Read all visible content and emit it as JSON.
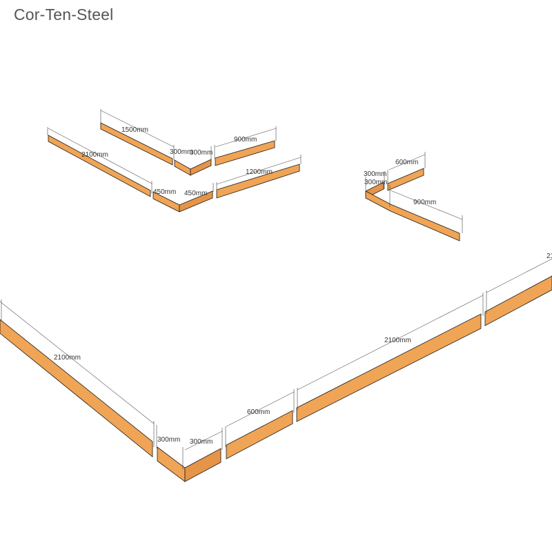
{
  "title": "Cor-Ten-Steel",
  "colors": {
    "steel": "#f0a455",
    "edge": "#1a1a1a",
    "dimension": "#333333"
  },
  "groups": [
    {
      "name": "top-left-edging",
      "labels": {
        "upper_long": "1500mm",
        "upper_corner_a": "300mm",
        "upper_corner_b": "300mm",
        "upper_right": "900mm",
        "lower_long": "2100mm",
        "lower_corner_a": "450mm",
        "lower_corner_b": "450mm",
        "lower_right": "1200mm"
      }
    },
    {
      "name": "right-small-edging",
      "labels": {
        "corner_a": "300mm",
        "corner_b": "300mm",
        "top": "600mm",
        "long": "900mm"
      }
    },
    {
      "name": "large-edging",
      "labels": {
        "left_long": "2100mm",
        "corner_a": "300mm",
        "corner_b": "300mm",
        "short": "600mm",
        "right_long": "2100mm",
        "far_right": "21"
      }
    }
  ]
}
